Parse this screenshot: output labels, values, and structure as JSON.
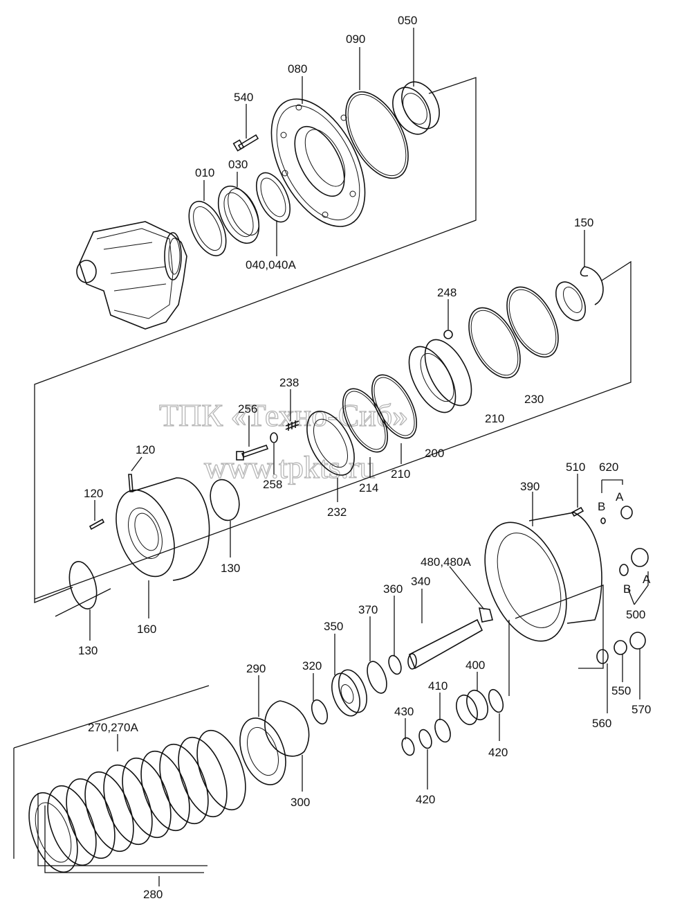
{
  "watermark": {
    "line1": "ТПК «Техно-Сиб»",
    "line2": "www.tpkts.ru"
  },
  "labels": {
    "p050": "050",
    "p090": "090",
    "p080": "080",
    "p540": "540",
    "p010": "010",
    "p030": "030",
    "p040": "040,040A",
    "p150": "150",
    "p248": "248",
    "p238": "238",
    "p256": "256",
    "p258": "258",
    "p232": "232",
    "p214": "214",
    "p210a": "210",
    "p210b": "210",
    "p200": "200",
    "p230": "230",
    "p120a": "120",
    "p120b": "120",
    "p130a": "130",
    "p130b": "130",
    "p160": "160",
    "p510": "510",
    "p620": "620",
    "p390": "390",
    "pA1": "A",
    "pB1": "B",
    "pA2": "A",
    "pB2": "B",
    "p500": "500",
    "p480": "480,480A",
    "p340": "340",
    "p360": "360",
    "p370": "370",
    "p350": "350",
    "p320": "320",
    "p400": "400",
    "p410": "410",
    "p430": "430",
    "p420a": "420",
    "p420b": "420",
    "p560": "560",
    "p550": "550",
    "p570": "570",
    "p290": "290",
    "p300": "300",
    "p270": "270,270A",
    "p280": "280"
  }
}
